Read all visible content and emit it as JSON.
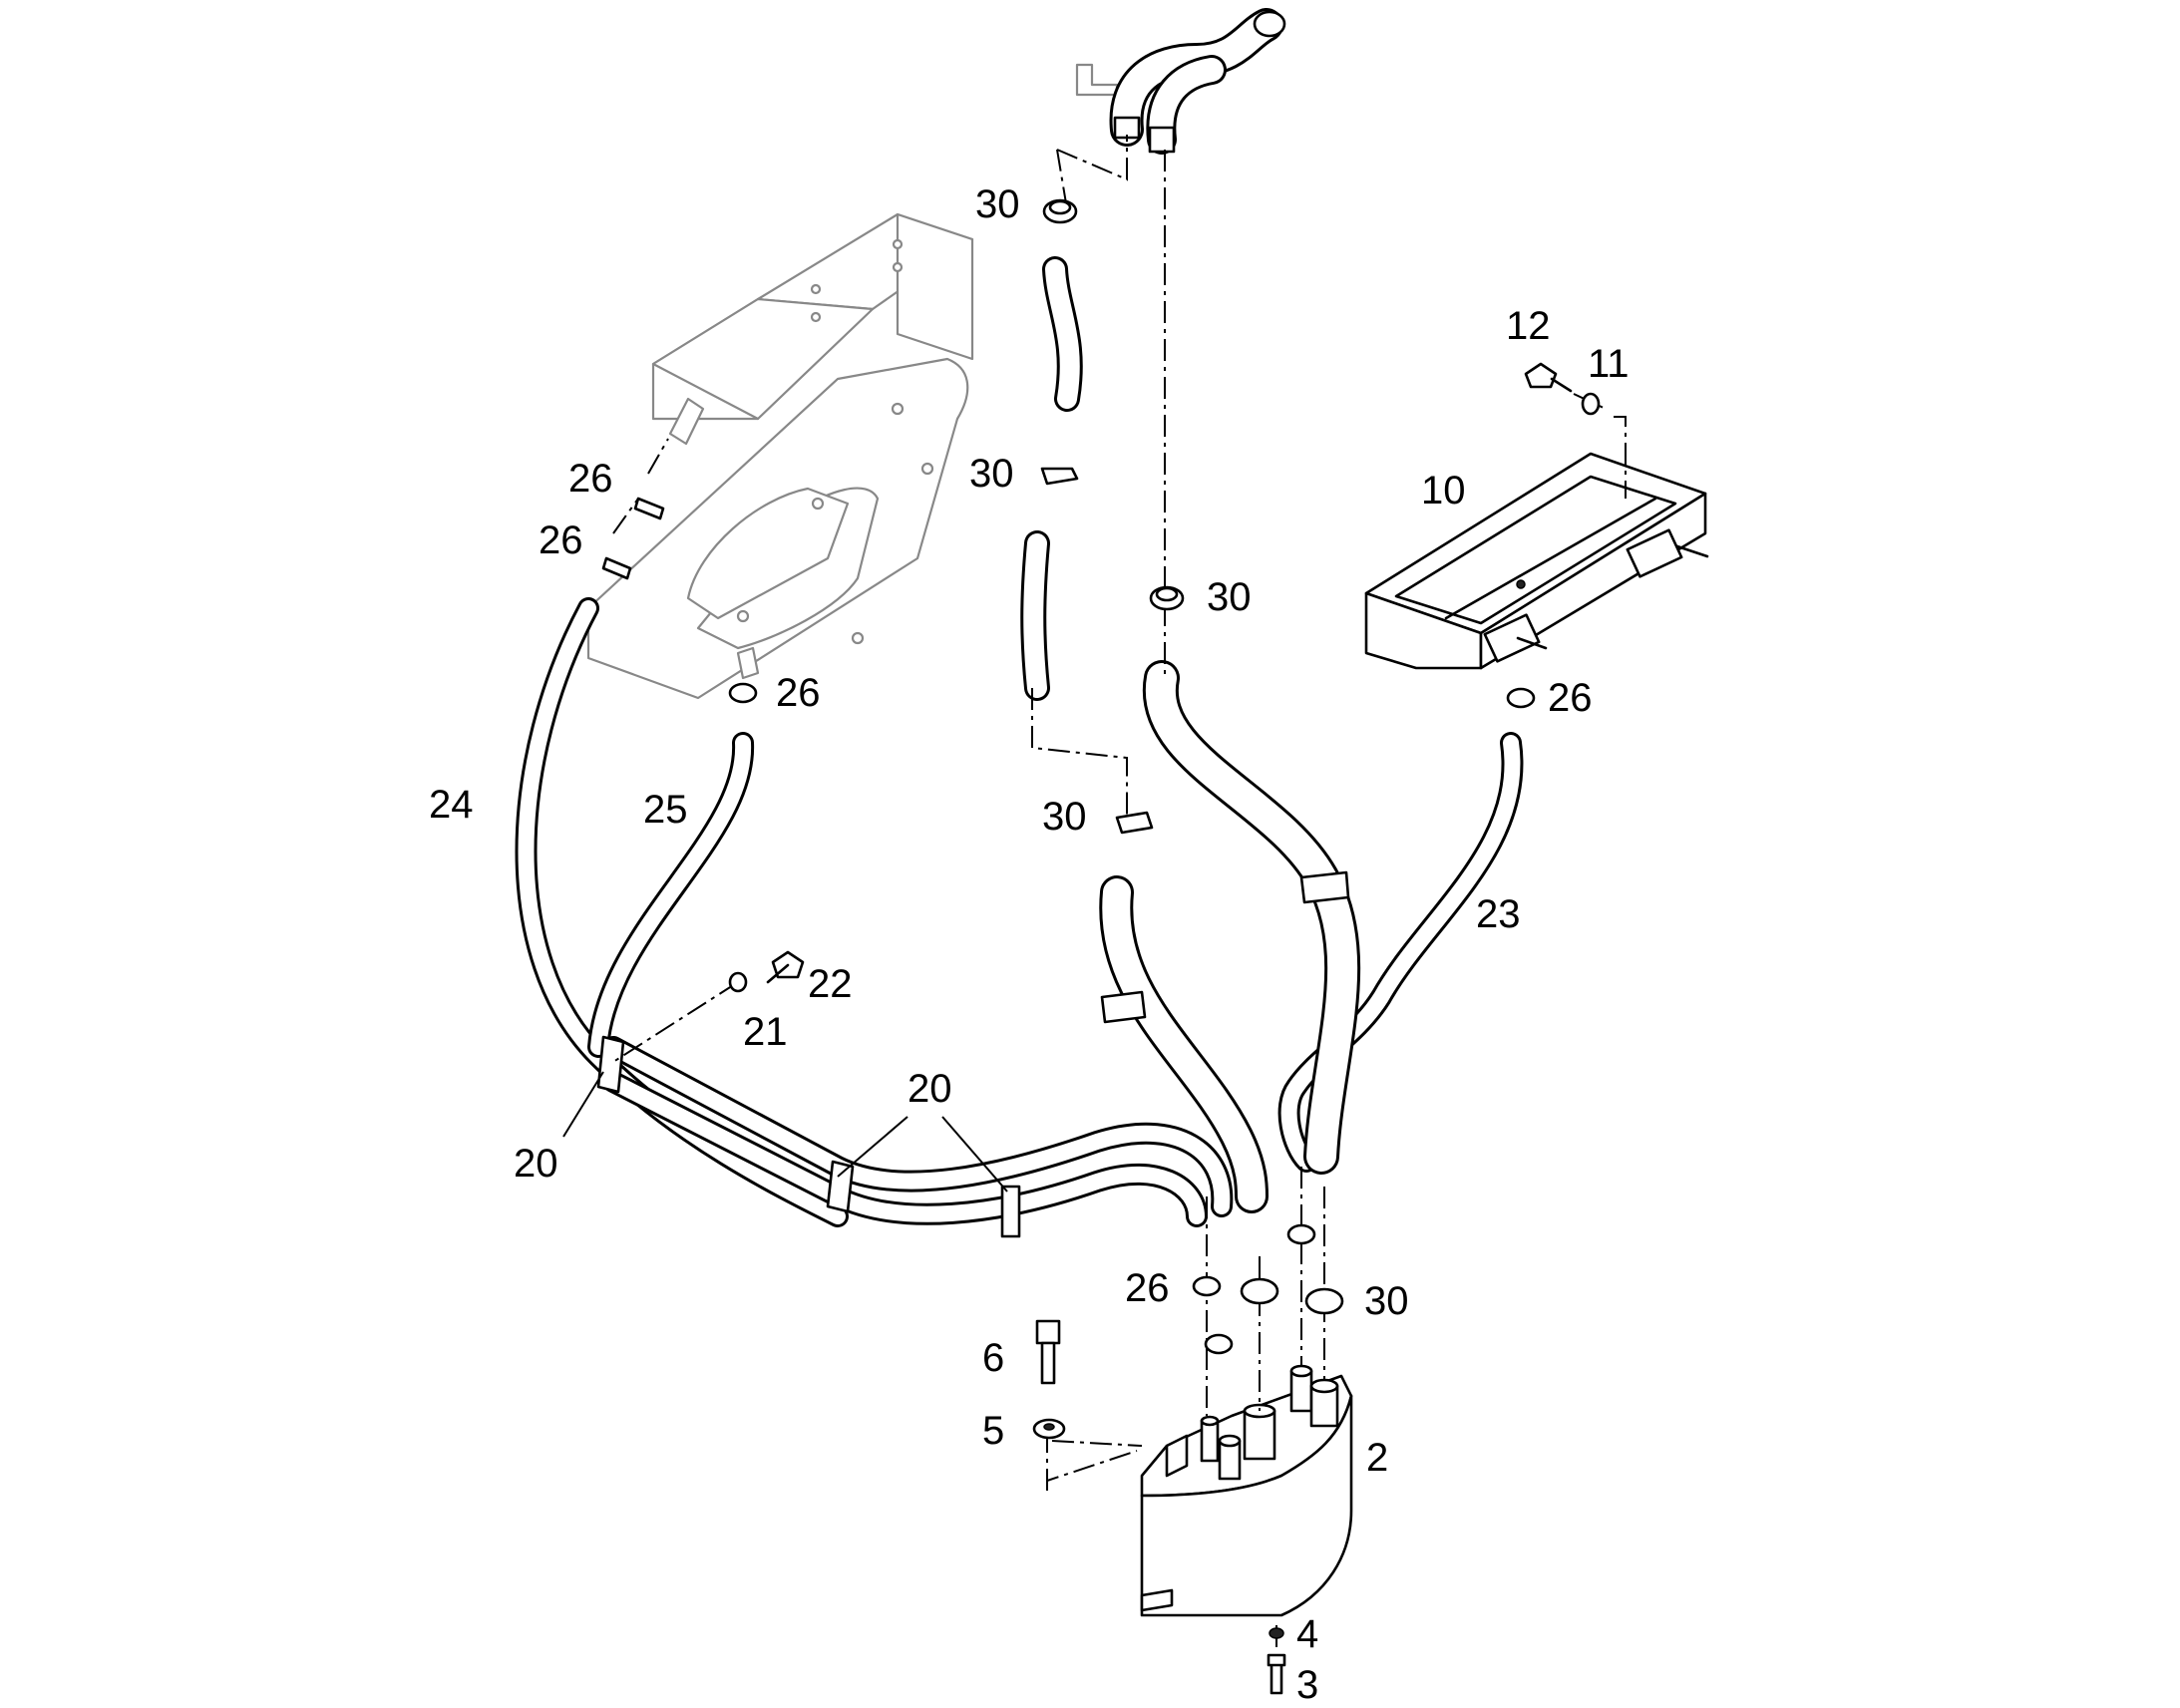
{
  "callouts": {
    "c2": "2",
    "c3": "3",
    "c4": "4",
    "c5": "5",
    "c6": "6",
    "c10": "10",
    "c11": "11",
    "c12": "12",
    "c20a": "20",
    "c20b": "20",
    "c21": "21",
    "c22": "22",
    "c23": "23",
    "c24": "24",
    "c25": "25",
    "c26a": "26",
    "c26b": "26",
    "c26c": "26",
    "c26d": "26",
    "c26e": "26",
    "c30a": "30",
    "c30b": "30",
    "c30c": "30",
    "c30d": "30",
    "c30e": "30"
  }
}
